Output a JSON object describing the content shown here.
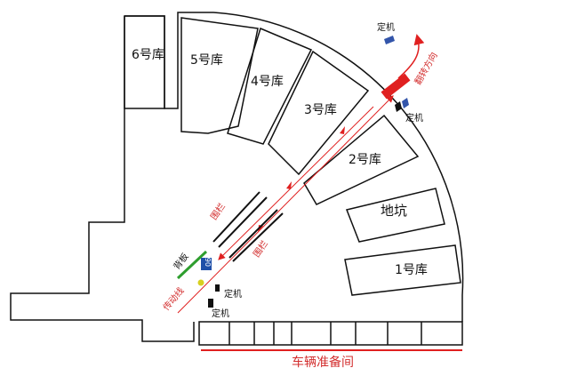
{
  "garages": {
    "g6": "6号库",
    "g5": "5号库",
    "g4": "4号库",
    "g3": "3号库",
    "g2": "2号库",
    "pit": "地坑",
    "g1": "1号库"
  },
  "labels": {
    "fixed_top": "定机",
    "fixed_mid": "定机",
    "fixed_bottom_1": "定机",
    "fixed_bottom_2": "定机",
    "flip_direction": "翻转方向",
    "fence_1": "围栏",
    "fence_2": "围栏",
    "conveyor": "传动线",
    "backboard": "背板",
    "marker": "06",
    "prep_room": "车辆准备间"
  },
  "colors": {
    "outline": "#111111",
    "accent_red": "#e02020",
    "label_red": "#d32f2f",
    "backboard_green": "#2e9e2e",
    "marker_blue": "#1f4fa8",
    "dot_yellow": "#d7d020",
    "fixed_blue": "#3355aa"
  }
}
